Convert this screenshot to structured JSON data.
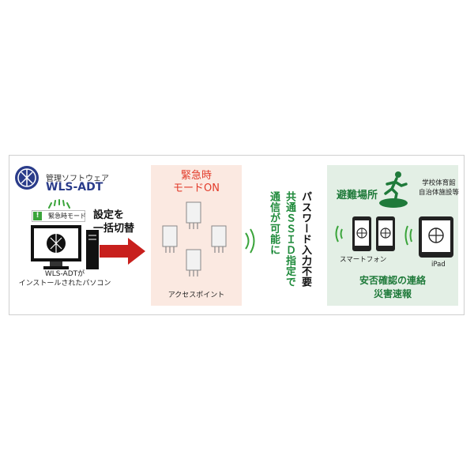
{
  "left": {
    "software_subtitle": "管理ソフトウェア",
    "software_name": "WLS-ADT",
    "emergency_badge": "緊急時モード",
    "pc_caption_line1": "WLS-ADTが",
    "pc_caption_line2": "インストールされたパソコン",
    "switch_line1": "設定を",
    "switch_line2": "一括切替"
  },
  "middle": {
    "mode_line1": "緊急時",
    "mode_line2": "モードON",
    "ap_caption": "アクセスポイント"
  },
  "vertical": {
    "password": "パスワード入力不要",
    "ssid": "共通ＳＳＩＤ指定で",
    "comm": "通信が可能に"
  },
  "right": {
    "shelter": "避難場所",
    "gym_line1": "学校体育館",
    "gym_line2": "自治体施設等",
    "smartphone": "スマートフォン",
    "ipad": "iPad",
    "confirm": "安否確認の連絡",
    "disaster": "災害速報"
  },
  "colors": {
    "brand_blue": "#2a3c8a",
    "emergency_red": "#e23b2a",
    "green": "#1f7a3a",
    "panel_pink": "#fbe9e1",
    "panel_green": "#e3efe5"
  }
}
